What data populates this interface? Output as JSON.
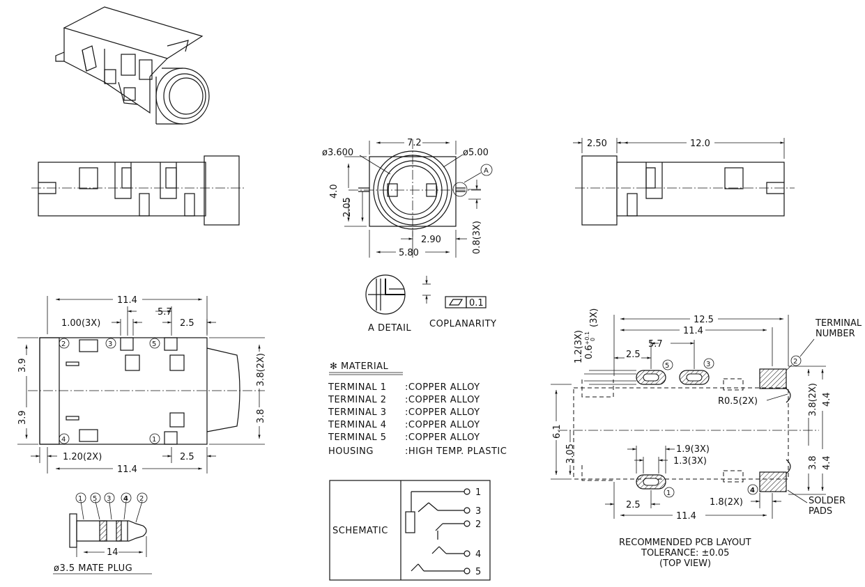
{
  "views": {
    "front": {
      "dims": {
        "width_top": "7.2",
        "dia_small": "ø3.600",
        "dia_large": "ø5.00",
        "detail_callout": "A",
        "height": "4.0",
        "offset": "2.05",
        "pin_spacing": "2.90",
        "base_width": "5.80",
        "pad_thickness": "0.8(3X)"
      }
    },
    "side_right": {
      "dims": {
        "nose": "2.50",
        "body": "12.0"
      }
    },
    "top": {
      "dims": {
        "overall": "11.4",
        "pin_width": "1.00(3X)",
        "pin_pitch": "5.7",
        "pin_offset": "2.5",
        "half_w_top": "3.9",
        "half_w_bot": "3.9",
        "right_top": "3.8(2X)",
        "right_bot": "3.8",
        "bottom_pin_width": "1.20(2X)",
        "bottom_offset": "2.5",
        "bottom_overall": "11.4"
      },
      "terminals": [
        "2",
        "3",
        "5",
        "4",
        "1"
      ]
    },
    "detail": {
      "caption": "A DETAIL",
      "coplanarity_label": "COPLANARITY",
      "coplanarity_value": "0.1"
    },
    "plug": {
      "terminal_order": [
        "1",
        "5",
        "3",
        "4",
        "2"
      ],
      "length": "14",
      "caption": "ø3.5 MATE PLUG"
    },
    "pcb": {
      "dims": {
        "overall": "12.5",
        "inner": "11.4",
        "slot_pitch": "5.7",
        "slot_offset": "2.5",
        "slot_w": "1.2(3X)",
        "slot_tol": "0.6",
        "slot_tol_sup": "+0.1",
        "slot_tol_sub": "0",
        "slot_tol_suffix": "(3X)",
        "radius": "R0.5(2X)",
        "right_top": "3.8(2X)",
        "right_top2": "4.4",
        "left_total": "6.1",
        "left_lower": "3.05",
        "right_bot": "3.8",
        "right_bot2": "4.4",
        "lower_slot_w": "1.9(3X)",
        "lower_slot_h": "1.3(3X)",
        "lower_offset": "2.5",
        "pad_w": "1.8(2X)",
        "lower_overall": "11.4"
      },
      "terminal_number_label_1": "TERMINAL",
      "terminal_number_label_2": "NUMBER",
      "solder_pads_label_1": "SOLDER",
      "solder_pads_label_2": "PADS",
      "terminals": [
        "5",
        "3",
        "2",
        "1",
        "4"
      ],
      "caption_1": "RECOMMENDED PCB LAYOUT",
      "caption_2": "TOLERANCE: ±0.05",
      "caption_3": "(TOP VIEW)"
    }
  },
  "material": {
    "heading": "✻ MATERIAL",
    "rows": [
      {
        "part": "TERMINAL 1",
        "material": ":COPPER ALLOY"
      },
      {
        "part": "TERMINAL 2",
        "material": ":COPPER ALLOY"
      },
      {
        "part": "TERMINAL 3",
        "material": ":COPPER ALLOY"
      },
      {
        "part": "TERMINAL 4",
        "material": ":COPPER ALLOY"
      },
      {
        "part": "TERMINAL 5",
        "material": ":COPPER ALLOY"
      },
      {
        "part": "HOUSING",
        "material": ":HIGH TEMP. PLASTIC"
      }
    ]
  },
  "schematic": {
    "label": "SCHEMATIC",
    "pins": [
      "1",
      "3",
      "2",
      "4",
      "5"
    ]
  }
}
